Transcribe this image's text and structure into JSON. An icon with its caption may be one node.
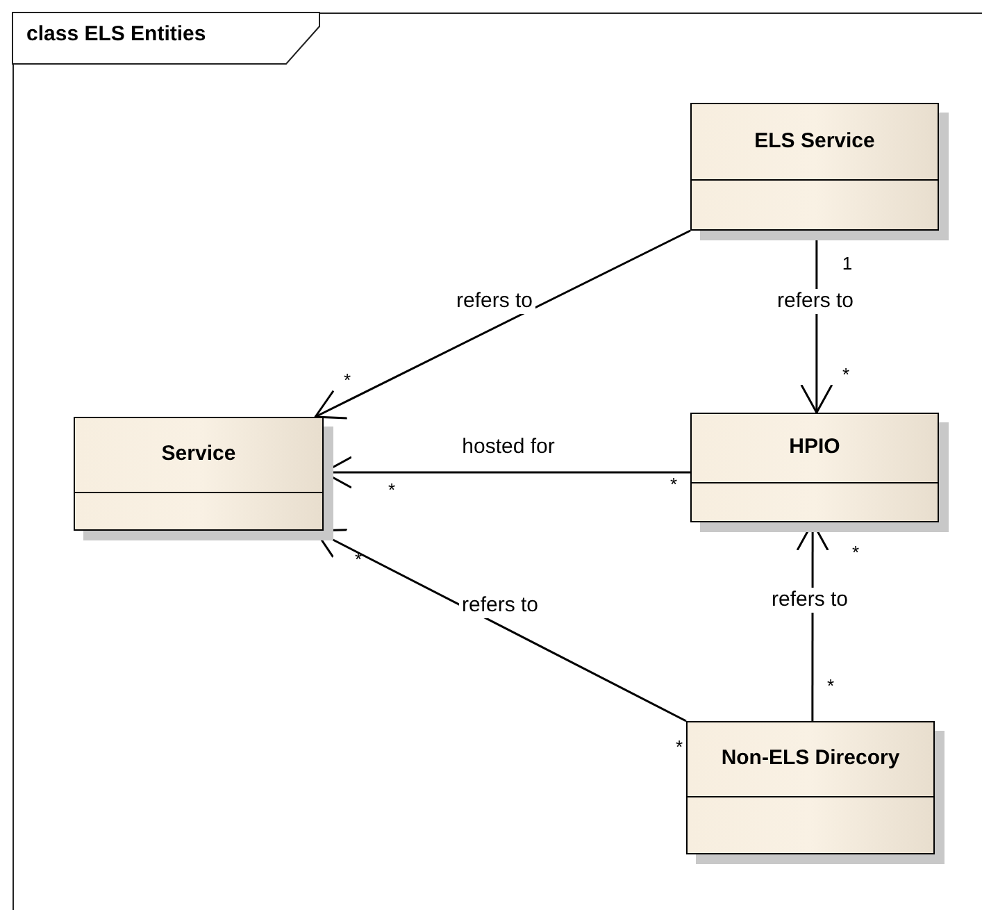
{
  "diagram": {
    "title": "class ELS Entities",
    "nodes": [
      {
        "text": [
          "ELS Service"
        ]
      },
      {
        "text": [
          "Service"
        ]
      },
      {
        "text": [
          "HPIO"
        ]
      },
      {
        "text": [
          "Non-ELS Direcory"
        ]
      }
    ],
    "edges": [
      {
        "from": 0,
        "to": 1,
        "arrow": "to",
        "label": "refers to"
      },
      {
        "from": 0,
        "to": 2,
        "arrow": "to",
        "label": "refers to"
      },
      {
        "from": 2,
        "to": 1,
        "arrow": "to",
        "label": "hosted for"
      },
      {
        "from": 3,
        "to": 1,
        "arrow": "to",
        "label": "refers to"
      },
      {
        "from": 3,
        "to": 2,
        "arrow": "to",
        "label": "refers to"
      }
    ],
    "labels": [
      "1",
      "*",
      "*",
      "*",
      "*",
      "*",
      "*",
      "*",
      "*"
    ]
  }
}
